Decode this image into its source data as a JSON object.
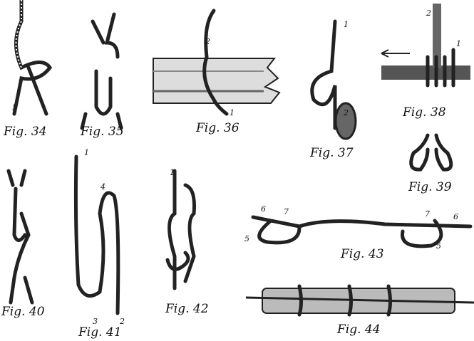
{
  "figures": [
    {
      "label": "Fig. 34",
      "numbers": [
        "1"
      ]
    },
    {
      "label": "Fig. 35",
      "numbers": []
    },
    {
      "label": "Fig. 36",
      "numbers": [
        "2",
        "1"
      ]
    },
    {
      "label": "Fig. 37",
      "numbers": [
        "1",
        "2"
      ]
    },
    {
      "label": "Fig. 38",
      "numbers": [
        "2",
        "1"
      ]
    },
    {
      "label": "Fig. 39",
      "numbers": []
    },
    {
      "label": "Fig. 40",
      "numbers": []
    },
    {
      "label": "Fig. 41",
      "numbers": [
        "1",
        "4",
        "3",
        "2"
      ]
    },
    {
      "label": "Fig. 42",
      "numbers": [
        "1"
      ]
    },
    {
      "label": "Fig. 43",
      "numbers": [
        "6",
        "7",
        "5",
        "7",
        "6",
        "5"
      ]
    },
    {
      "label": "Fig. 44",
      "numbers": []
    }
  ],
  "colors": {
    "ink": "#222222",
    "paper": "#ffffff"
  }
}
